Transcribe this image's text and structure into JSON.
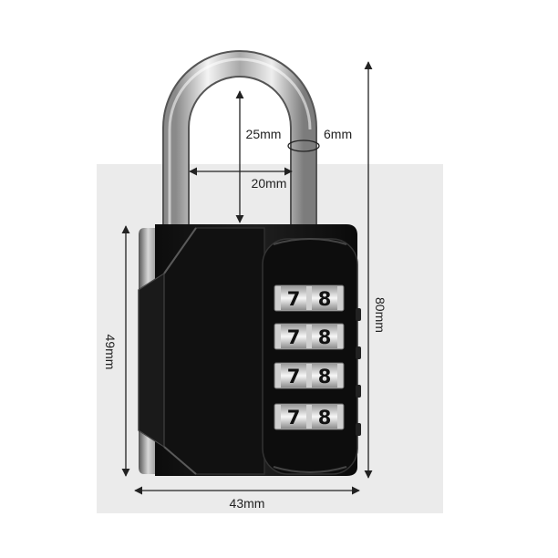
{
  "dimensions": {
    "shackle_clearance_height": "25mm",
    "shackle_diameter": "6mm",
    "shackle_inner_width": "20mm",
    "total_height": "80mm",
    "body_height": "49mm",
    "body_width": "43mm"
  },
  "dials": {
    "rows": [
      {
        "first": "7",
        "second": "8"
      },
      {
        "first": "7",
        "second": "8"
      },
      {
        "first": "7",
        "second": "8"
      },
      {
        "first": "7",
        "second": "8"
      }
    ]
  },
  "colors": {
    "background_panel": "#ebebeb",
    "lock_body": "#151515",
    "shackle_chrome": "#c9c9c9",
    "dimension_lines": "#222222"
  }
}
